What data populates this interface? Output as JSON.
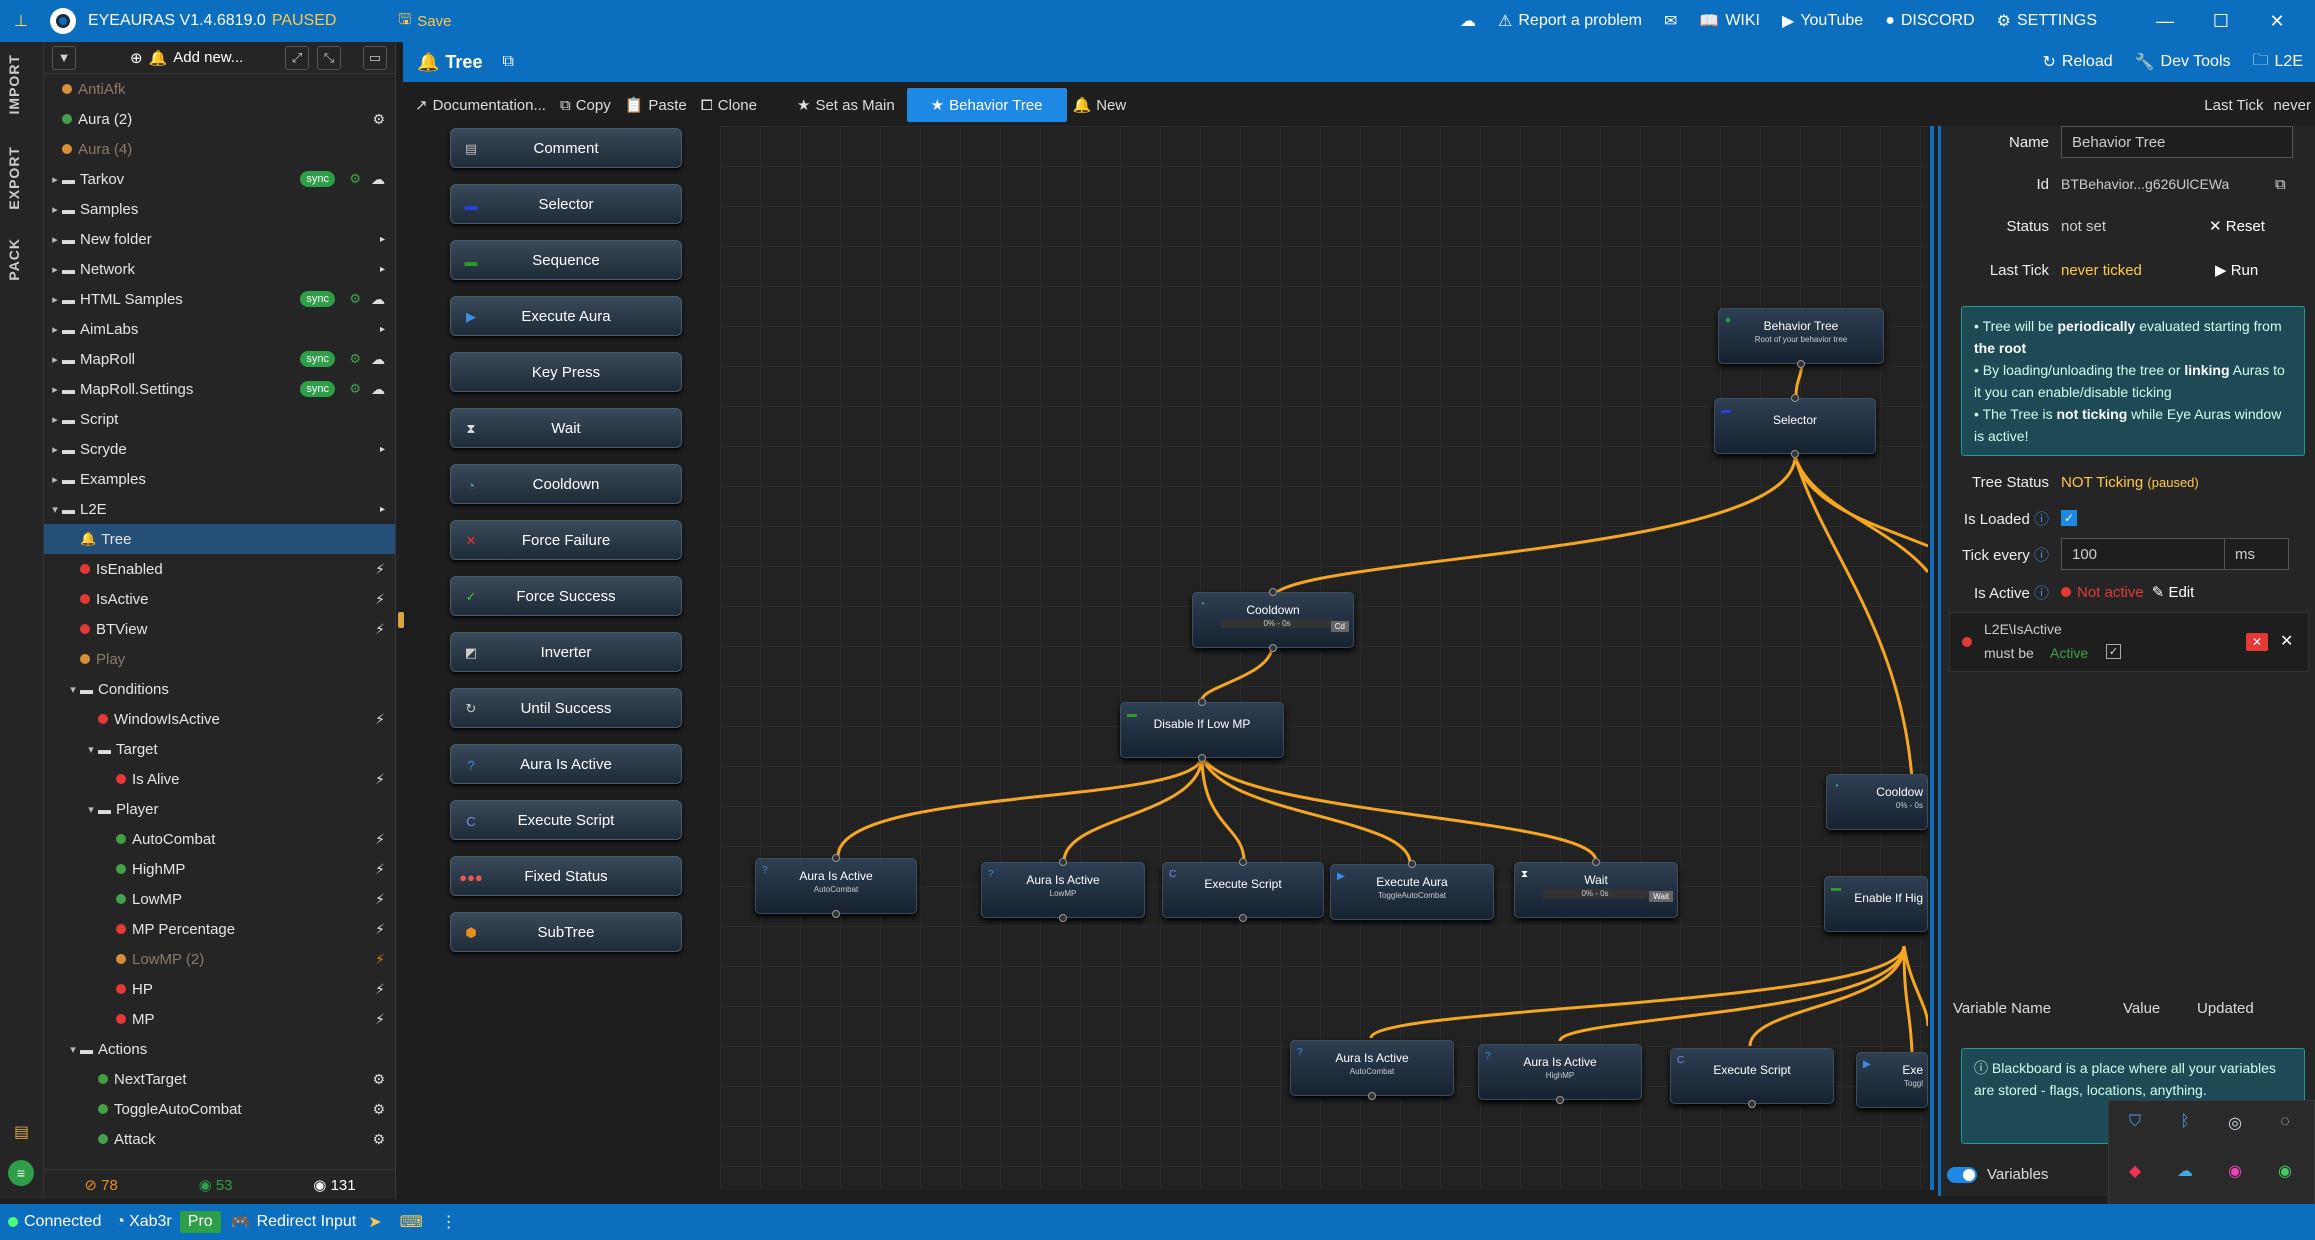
{
  "titlebar": {
    "app_name": "EYEAURAS V1.4.6819.0",
    "state": "PAUSED",
    "save": "Save",
    "report": "Report a problem",
    "wiki": "WIKI",
    "youtube": "YouTube",
    "discord": "DISCORD",
    "settings": "SETTINGS"
  },
  "rail": {
    "import": "IMPORT",
    "export": "EXPORT",
    "pack": "PACK"
  },
  "leftpanel": {
    "add_new": "Add new...",
    "tree": [
      {
        "label": "AntiAfk",
        "dot": "orange",
        "caret": "",
        "indent": 0,
        "dim": true
      },
      {
        "label": "Aura (2)",
        "dot": "green",
        "caret": "",
        "indent": 0,
        "icon": "gear"
      },
      {
        "label": "Aura (4)",
        "dot": "orange",
        "caret": "",
        "indent": 0,
        "dim": true
      },
      {
        "label": "Tarkov",
        "folder": true,
        "caret": "▸",
        "indent": 0,
        "sync": "sync",
        "icon": "cloud"
      },
      {
        "label": "Samples",
        "folder": true,
        "caret": "▸",
        "indent": 0
      },
      {
        "label": "New folder",
        "folder": true,
        "caret": "▸",
        "indent": 0,
        "icon": "arrow"
      },
      {
        "label": "Network",
        "folder": true,
        "caret": "▸",
        "indent": 0,
        "icon": "arrow"
      },
      {
        "label": "HTML Samples",
        "folder": true,
        "caret": "▸",
        "indent": 0,
        "sync": "sync",
        "icon": "cloud"
      },
      {
        "label": "AimLabs",
        "folder": true,
        "caret": "▸",
        "indent": 0,
        "icon": "arrow"
      },
      {
        "label": "MapRoll",
        "folder": true,
        "caret": "▸",
        "indent": 0,
        "sync": "sync",
        "icon": "cloud"
      },
      {
        "label": "MapRoll.Settings",
        "folder": true,
        "caret": "▸",
        "indent": 0,
        "sync": "sync",
        "icon": "cloud"
      },
      {
        "label": "Script",
        "folder": true,
        "caret": "▸",
        "indent": 0
      },
      {
        "label": "Scryde",
        "folder": true,
        "caret": "▸",
        "indent": 0,
        "icon": "arrow"
      },
      {
        "label": "Examples",
        "folder": true,
        "caret": "▸",
        "indent": 0
      },
      {
        "label": "L2E",
        "folder": true,
        "caret": "▾",
        "indent": 0,
        "icon": "arrow"
      },
      {
        "label": "Tree",
        "bell": true,
        "caret": "",
        "indent": 1,
        "sel": true
      },
      {
        "label": "IsEnabled",
        "dot": "red",
        "caret": "",
        "indent": 1,
        "icon": "bolt"
      },
      {
        "label": "IsActive",
        "dot": "red",
        "caret": "",
        "indent": 1,
        "icon": "bolt"
      },
      {
        "label": "BTView",
        "dot": "red",
        "caret": "",
        "indent": 1,
        "icon": "bolt"
      },
      {
        "label": "Play",
        "dot": "orange",
        "caret": "",
        "indent": 1,
        "dim": true
      },
      {
        "label": "Conditions",
        "folder": true,
        "caret": "▾",
        "indent": 1
      },
      {
        "label": "WindowIsActive",
        "dot": "red",
        "caret": "",
        "indent": 2,
        "icon": "bolt"
      },
      {
        "label": "Target",
        "folder": true,
        "caret": "▾",
        "indent": 2
      },
      {
        "label": "Is Alive",
        "dot": "red",
        "caret": "",
        "indent": 3,
        "icon": "bolt"
      },
      {
        "label": "Player",
        "folder": true,
        "caret": "▾",
        "indent": 2
      },
      {
        "label": "AutoCombat",
        "dot": "green",
        "caret": "",
        "indent": 3,
        "icon": "bolt"
      },
      {
        "label": "HighMP",
        "dot": "green",
        "caret": "",
        "indent": 3,
        "icon": "bolt"
      },
      {
        "label": "LowMP",
        "dot": "green",
        "caret": "",
        "indent": 3,
        "icon": "bolt"
      },
      {
        "label": "MP Percentage",
        "dot": "red",
        "caret": "",
        "indent": 3,
        "icon": "bolt"
      },
      {
        "label": "LowMP (2)",
        "dot": "orange",
        "caret": "",
        "indent": 3,
        "dim": true,
        "icon": "bolt"
      },
      {
        "label": "HP",
        "dot": "red",
        "caret": "",
        "indent": 3,
        "icon": "bolt"
      },
      {
        "label": "MP",
        "dot": "red",
        "caret": "",
        "indent": 3,
        "icon": "bolt"
      },
      {
        "label": "Actions",
        "folder": true,
        "caret": "▾",
        "indent": 1
      },
      {
        "label": "NextTarget",
        "dot": "green",
        "caret": "",
        "indent": 2,
        "icon": "gear"
      },
      {
        "label": "ToggleAutoCombat",
        "dot": "green",
        "caret": "",
        "indent": 2,
        "icon": "gear"
      },
      {
        "label": "Attack",
        "dot": "green",
        "caret": "",
        "indent": 2,
        "icon": "gear"
      }
    ],
    "footer": {
      "hidden": "78",
      "visible": "53",
      "total": "131"
    }
  },
  "mainhdr": {
    "title": "Tree",
    "reload": "Reload",
    "devtools": "Dev Tools",
    "l2e": "L2E"
  },
  "toolbar": {
    "documentation": "Documentation...",
    "copy": "Copy",
    "paste": "Paste",
    "clone": "Clone",
    "set_main": "Set as Main",
    "behavior_tree": "Behavior Tree",
    "new": "New",
    "last_tick_label": "Last Tick",
    "last_tick_value": "never"
  },
  "palette": [
    {
      "label": "Comment",
      "icon": "▤",
      "color": "#bbb"
    },
    {
      "label": "Selector",
      "icon": "▬",
      "color": "#2244dd"
    },
    {
      "label": "Sequence",
      "icon": "▬",
      "color": "#2a9a2a"
    },
    {
      "label": "Execute Aura",
      "icon": "▶",
      "color": "#3a8ee8"
    },
    {
      "label": "Key Press",
      "icon": "",
      "color": "#fff"
    },
    {
      "label": "Wait",
      "icon": "⧗",
      "color": "#ddd"
    },
    {
      "label": "Cooldown",
      "icon": "◔",
      "color": "#4aa"
    },
    {
      "label": "Force Failure",
      "icon": "✕",
      "color": "#e33"
    },
    {
      "label": "Force Success",
      "icon": "✓",
      "color": "#3c3"
    },
    {
      "label": "Inverter",
      "icon": "◩",
      "color": "#ccc"
    },
    {
      "label": "Until Success",
      "icon": "↻",
      "color": "#ccc"
    },
    {
      "label": "Aura Is Active",
      "icon": "?",
      "color": "#3a8ee8"
    },
    {
      "label": "Execute Script",
      "icon": "C",
      "color": "#7a8ef0"
    },
    {
      "label": "Fixed Status",
      "icon": "●●●",
      "color": "#e55"
    },
    {
      "label": "SubTree",
      "icon": "⬢",
      "color": "#e98f1f"
    }
  ],
  "nodes": {
    "root_title": "Behavior Tree",
    "root_sub": "Root of your behavior tree",
    "selector": "Selector",
    "cooldown": "Cooldown",
    "cooldown_sub": "0% - 0s",
    "cooldown_tag": "Cd",
    "disable_low_mp": "Disable If Low MP",
    "aura1": "Aura Is Active",
    "aura1_sub": "AutoCombat",
    "aura2": "Aura Is Active",
    "aura2_sub": "LowMP",
    "exec_script": "Execute Script",
    "exec_aura": "Execute Aura",
    "exec_aura_sub": "ToggleAutoCombat",
    "wait": "Wait",
    "wait_sub": "0% - 0s",
    "wait_tag": "Wait",
    "cooldown2": "Cooldow",
    "cooldown2_sub": "0% - 0s",
    "enable_high": "Enable If Hig",
    "aura3": "Aura Is Active",
    "aura3_sub": "AutoCombat",
    "aura4": "Aura Is Active",
    "aura4_sub": "HighMP",
    "exec_script2": "Execute Script",
    "exe_partial": "Exe",
    "exe_partial_sub": "Toggl"
  },
  "rightpanel": {
    "name_label": "Name",
    "name_value": "Behavior Tree",
    "id_label": "Id",
    "id_value": "BTBehavior...g626UlCEWa",
    "status_label": "Status",
    "status_value": "not set",
    "reset": "Reset",
    "lasttick_label": "Last Tick",
    "lasttick_value": "never ticked",
    "run": "Run",
    "info1_a": "Tree will be ",
    "info1_b": "periodically",
    "info1_c": " evaluated starting from ",
    "info1_d": "the root",
    "info2_a": "By loading/unloading the tree or ",
    "info2_b": "linking",
    "info2_c": " Auras to it you can enable/disable ticking",
    "info3_a": "The Tree is ",
    "info3_b": "not ticking",
    "info3_c": " while Eye Auras window is active!",
    "tree_status_label": "Tree Status",
    "tree_status_value": "NOT Ticking",
    "tree_status_paused": "(paused)",
    "is_loaded_label": "Is Loaded",
    "tick_every_label": "Tick every",
    "tick_every_value": "100",
    "tick_unit": "ms",
    "is_active_label": "Is Active",
    "is_active_value": "Not active",
    "edit": "Edit",
    "cond_path": "L2E\\IsActive",
    "cond_must": "must be",
    "cond_active": "Active",
    "var_name": "Variable Name",
    "var_value": "Value",
    "var_updated": "Updated",
    "blackboard": "Blackboard is a place where all your variables are stored - flags, locations, anything.",
    "variables": "Variables"
  },
  "statusbar": {
    "connected": "Connected",
    "user": "Xab3r",
    "pro": "Pro",
    "redirect": "Redirect Input"
  },
  "colors": {
    "accent": "#0b6ebf",
    "edge": "#f5a623",
    "paused": "#ffc94d",
    "active_green": "#43a047",
    "not_active": "#e53935"
  }
}
